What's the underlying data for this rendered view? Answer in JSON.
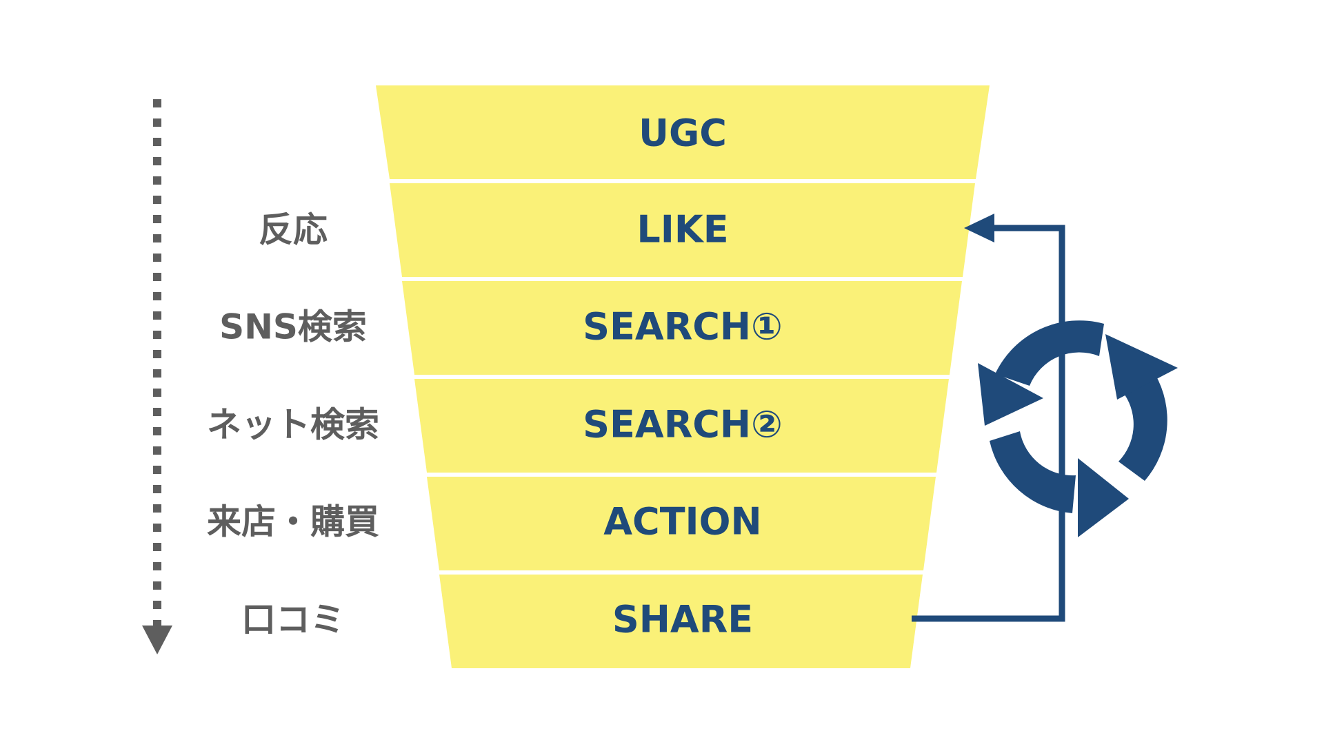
{
  "colors": {
    "funnel_fill": "#faf178",
    "stage_text": "#1f4a7a",
    "side_text": "#5e5e5e",
    "arrow_gray": "#5e5e5e",
    "cycle_blue": "#1f4a7a",
    "background": "#ffffff"
  },
  "funnel": {
    "stages": [
      {
        "label": "UGC"
      },
      {
        "label": "LIKE"
      },
      {
        "label": "SEARCH①"
      },
      {
        "label": "SEARCH②"
      },
      {
        "label": "ACTION"
      },
      {
        "label": "SHARE"
      }
    ]
  },
  "side_labels": {
    "like": "反応",
    "search1": "SNS検索",
    "search2": "ネット検索",
    "action": "来店・購買",
    "share": "口コミ"
  },
  "icons": {
    "flow_arrow": "dotted-down-arrow-icon",
    "cycle": "refresh-cycle-icon",
    "feedback": "feedback-loop-arrow-icon"
  }
}
